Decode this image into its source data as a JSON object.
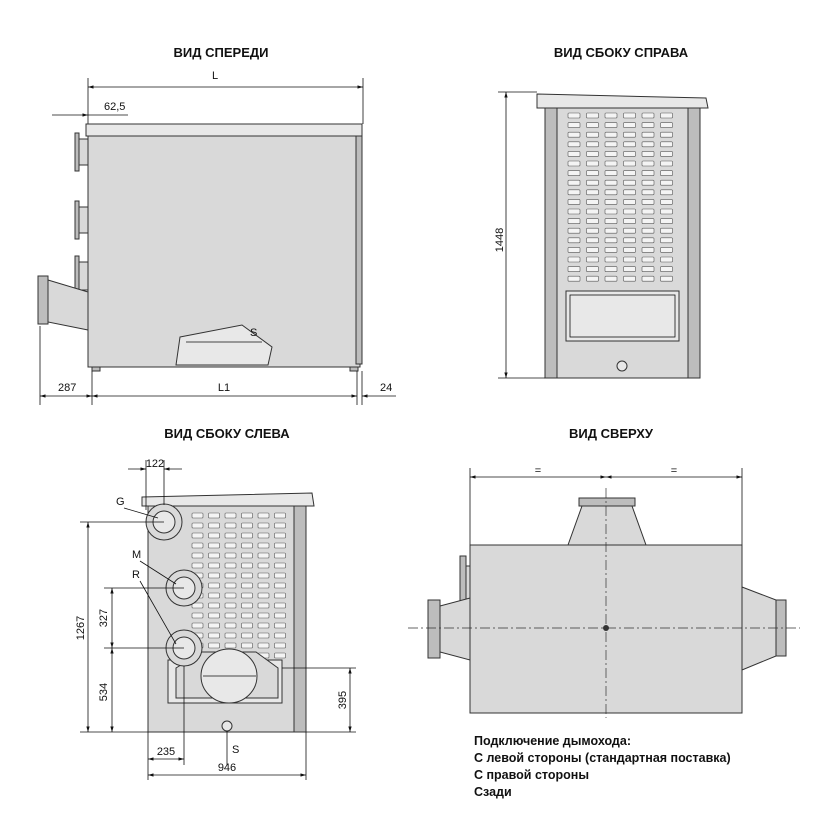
{
  "views": {
    "front": {
      "title": "ВИД СПЕРЕДИ",
      "dim_L": "L",
      "dim_offset": "62,5",
      "dim_left": "287",
      "dim_L1": "L1",
      "dim_right": "24",
      "label_S": "S"
    },
    "right": {
      "title": "ВИД СБОКУ СПРАВА",
      "dim_height": "1448"
    },
    "left": {
      "title": "ВИД СБОКУ СЛЕВА",
      "dim_top": "122",
      "label_G": "G",
      "label_M": "M",
      "label_R": "R",
      "dim_1267": "1267",
      "dim_327": "327",
      "dim_534": "534",
      "dim_395": "395",
      "dim_235": "235",
      "dim_946": "946",
      "label_S": "S"
    },
    "top": {
      "title": "ВИД СВЕРХУ",
      "eq_left": "=",
      "eq_right": "="
    }
  },
  "notes": [
    "Подключение дымохода:",
    "С левой стороны (стандартная поставка)",
    "С правой стороны",
    "Сзади"
  ]
}
